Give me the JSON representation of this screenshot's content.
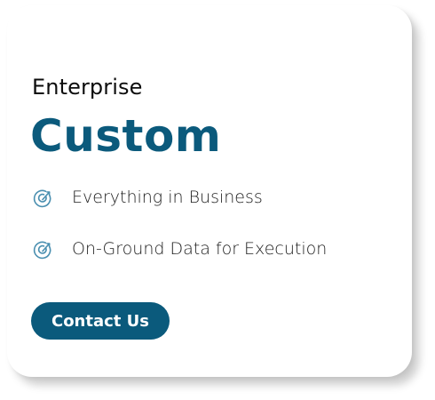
{
  "plan": {
    "label": "Enterprise",
    "title": "Custom"
  },
  "features": [
    {
      "text": "Everything in Business",
      "icon": "target-check-icon"
    },
    {
      "text": "On-Ground Data for Execution",
      "icon": "target-check-icon"
    }
  ],
  "cta": {
    "label": "Contact Us"
  },
  "colors": {
    "brand": "#0b5a7c",
    "icon": "#4a8fb0",
    "text": "#1d1d1d"
  }
}
